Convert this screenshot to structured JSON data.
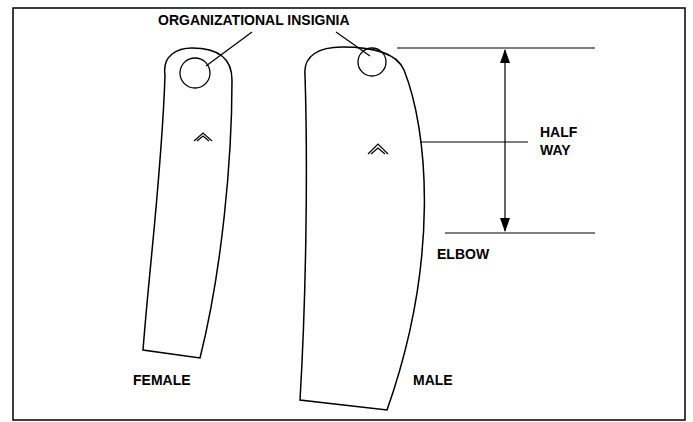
{
  "diagram": {
    "labels": [
      "ORGANIZATIONAL INSIGNIA",
      "HALF WAY",
      "ELBOW",
      "FEMALE",
      "MALE"
    ]
  }
}
